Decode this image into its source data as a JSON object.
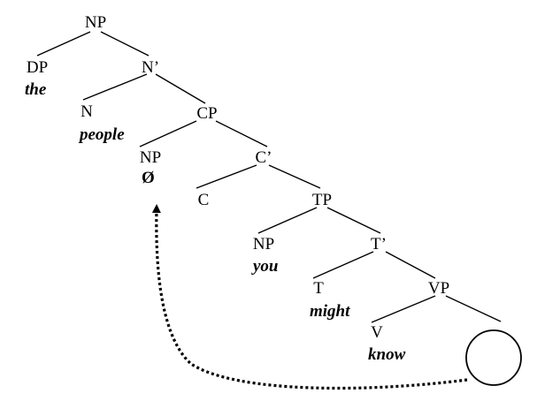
{
  "tree": {
    "nodes": {
      "np_root": "NP",
      "dp": "DP",
      "nbar": "N’",
      "n": "N",
      "cp": "CP",
      "np_spec": "NP",
      "cbar": "C’",
      "c": "C",
      "tp": "TP",
      "np_subj": "NP",
      "tbar": "T’",
      "t": "T",
      "vp": "VP",
      "v": "V"
    },
    "words": {
      "the": "the",
      "people": "people",
      "null_operator": "Ø",
      "you": "you",
      "might": "might",
      "know": "know"
    }
  }
}
